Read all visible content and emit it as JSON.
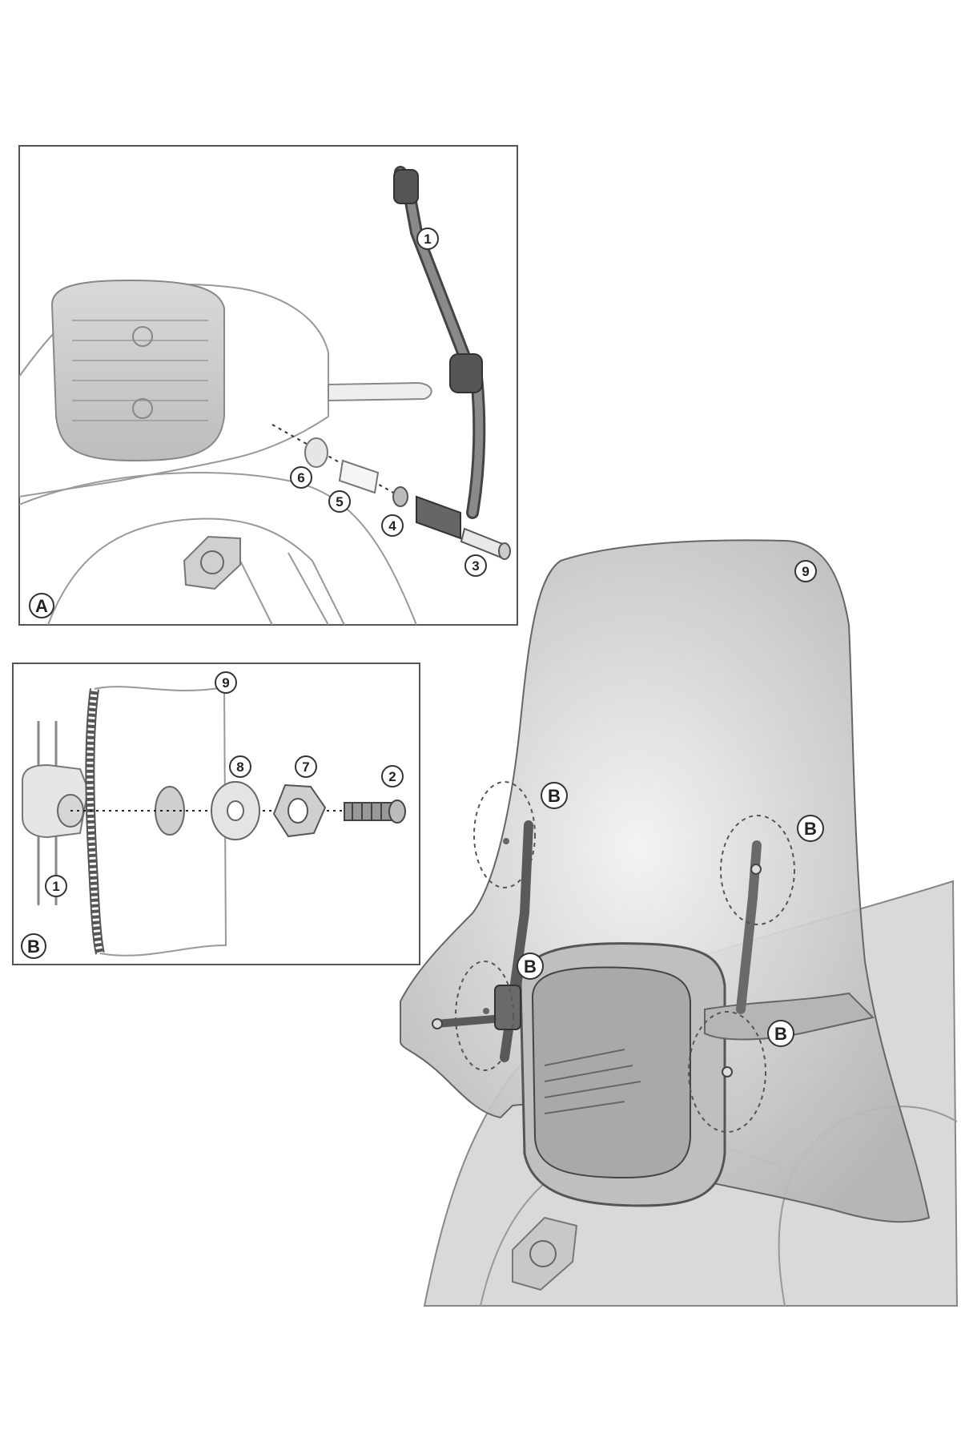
{
  "panel_a": {
    "corner_label": "A",
    "callouts": [
      "1",
      "6",
      "5",
      "4",
      "3"
    ]
  },
  "panel_b": {
    "corner_label": "B",
    "callouts": [
      "9",
      "8",
      "7",
      "2",
      "1"
    ]
  },
  "main_view": {
    "screen_callout": "9",
    "detail_markers": [
      "B",
      "B",
      "B",
      "B"
    ]
  },
  "colors": {
    "line": "#999999",
    "frame": "#555555",
    "screen_tint": "#c9c9c9",
    "part_dark": "#6f6f6f"
  }
}
